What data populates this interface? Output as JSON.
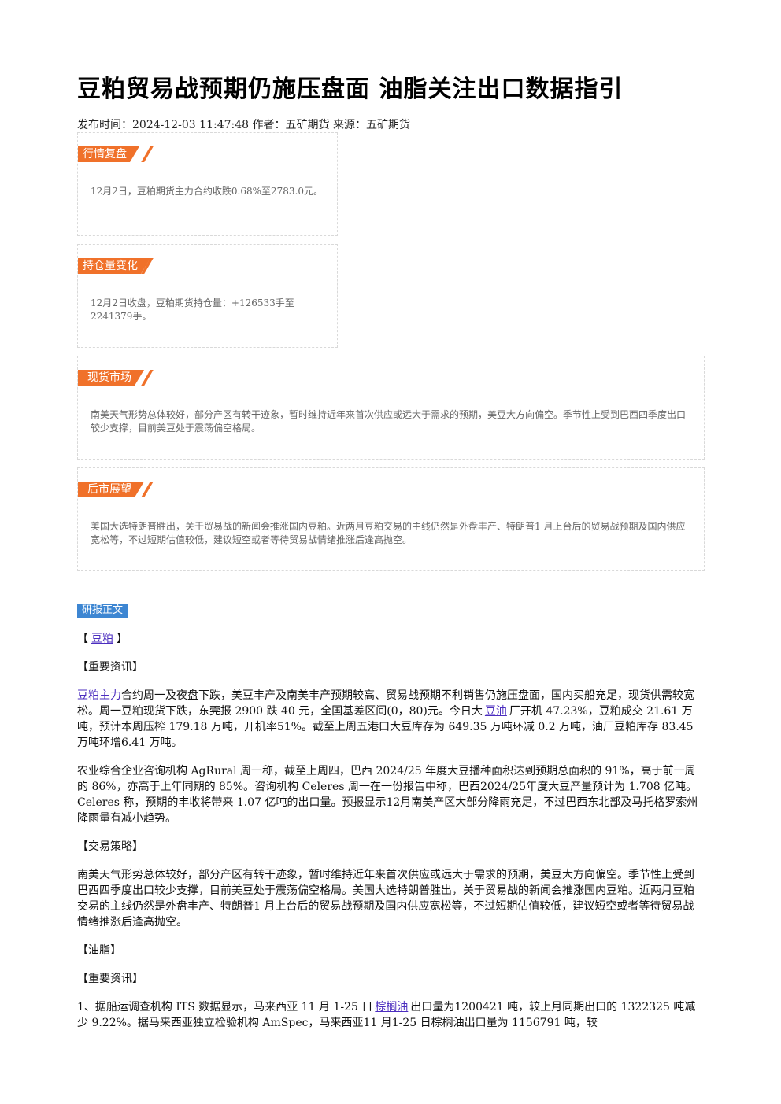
{
  "article": {
    "title": "豆粕贸易战预期仍施压盘面 油脂关注出口数据指引",
    "meta": "发布时间：2024-12-03 11:47:48 作者：五矿期货 来源：五矿期货"
  },
  "summary": {
    "market_review": {
      "label": "行情复盘",
      "text": "12月2日，豆粕期货主力合约收跌0.68%至2783.0元。"
    },
    "position_change": {
      "label": "持仓量变化",
      "text": "12月2日收盘，豆粕期货持仓量：+126533手至2241379手。"
    },
    "spot_market": {
      "label": "现货市场",
      "text": "南美天气形势总体较好，部分产区有转干迹象，暂时维持近年来首次供应或远大于需求的预期，美豆大方向偏空。季节性上受到巴西四季度出口较少支撑，目前美豆处于震荡偏空格局。"
    },
    "outlook": {
      "label": "后市展望",
      "text": "美国大选特朗普胜出，关于贸易战的新闻会推涨国内豆粕。近两月豆粕交易的主线仍然是外盘丰产、特朗普1 月上台后的贸易战预期及国内供应宽松等，不过短期估值较低，建议短空或者等待贸易战情绪推涨后逢高抛空。"
    }
  },
  "report": {
    "label": "研报正文",
    "meal_open": "【",
    "meal_link": "豆粕",
    "meal_close": "】",
    "meal_news_heading": "【重要资讯】",
    "meal_p1_link1": "豆粕主力",
    "meal_p1_part1": "合约周一及夜盘下跌，美豆丰产及南美丰产预期较高、贸易战预期不利销售仍施压盘面，国内买船充足，现货供需较宽松。周一豆粕现货下跌，东莞报 2900 跌 40 元，全国基差区间(0，80)元。今日大",
    "meal_p1_link2": "豆油",
    "meal_p1_part2": "厂开机 47.23%，豆粕成交 21.61 万吨，预计本周压榨 179.18 万吨，开机率51%。截至上周五港口大豆库存为 649.35 万吨环减 0.2 万吨，油厂豆粕库存 83.45 万吨环增6.41 万吨。",
    "meal_p2": "农业综合企业咨询机构 AgRural 周一称，截至上周四，巴西 2024/25 年度大豆播种面积达到预期总面积的 91%，高于前一周的 86%，亦高于上年同期的 85%。咨询机构 Celeres 周一在一份报告中称，巴西2024/25年度大豆产量预计为 1.708 亿吨。Celeres 称，预期的丰收将带来 1.07 亿吨的出口量。预报显示12月南美产区大部分降雨充足，不过巴西东北部及马托格罗索州降雨量有减小趋势。",
    "strategy_heading": "【交易策略】",
    "strategy_p": "南美天气形势总体较好，部分产区有转干迹象，暂时维持近年来首次供应或远大于需求的预期，美豆大方向偏空。季节性上受到巴西四季度出口较少支撑，目前美豆处于震荡偏空格局。美国大选特朗普胜出，关于贸易战的新闻会推涨国内豆粕。近两月豆粕交易的主线仍然是外盘丰产、特朗普1 月上台后的贸易战预期及国内供应宽松等，不过短期估值较低，建议短空或者等待贸易战情绪推涨后逢高抛空。",
    "oil_heading": "【油脂】",
    "oil_news_heading": "【重要资讯】",
    "oil_p1_part1": "1、据船运调查机构 ITS 数据显示，马来西亚 11 月 1-25 日",
    "oil_p1_link": "棕榈油",
    "oil_p1_part2": "出口量为1200421 吨，较上月同期出口的 1322325 吨减少 9.22%。据马来西亚独立检验机构 AmSpec，马来西亚11 月1-25 日棕榈油出口量为 1156791 吨，较"
  }
}
